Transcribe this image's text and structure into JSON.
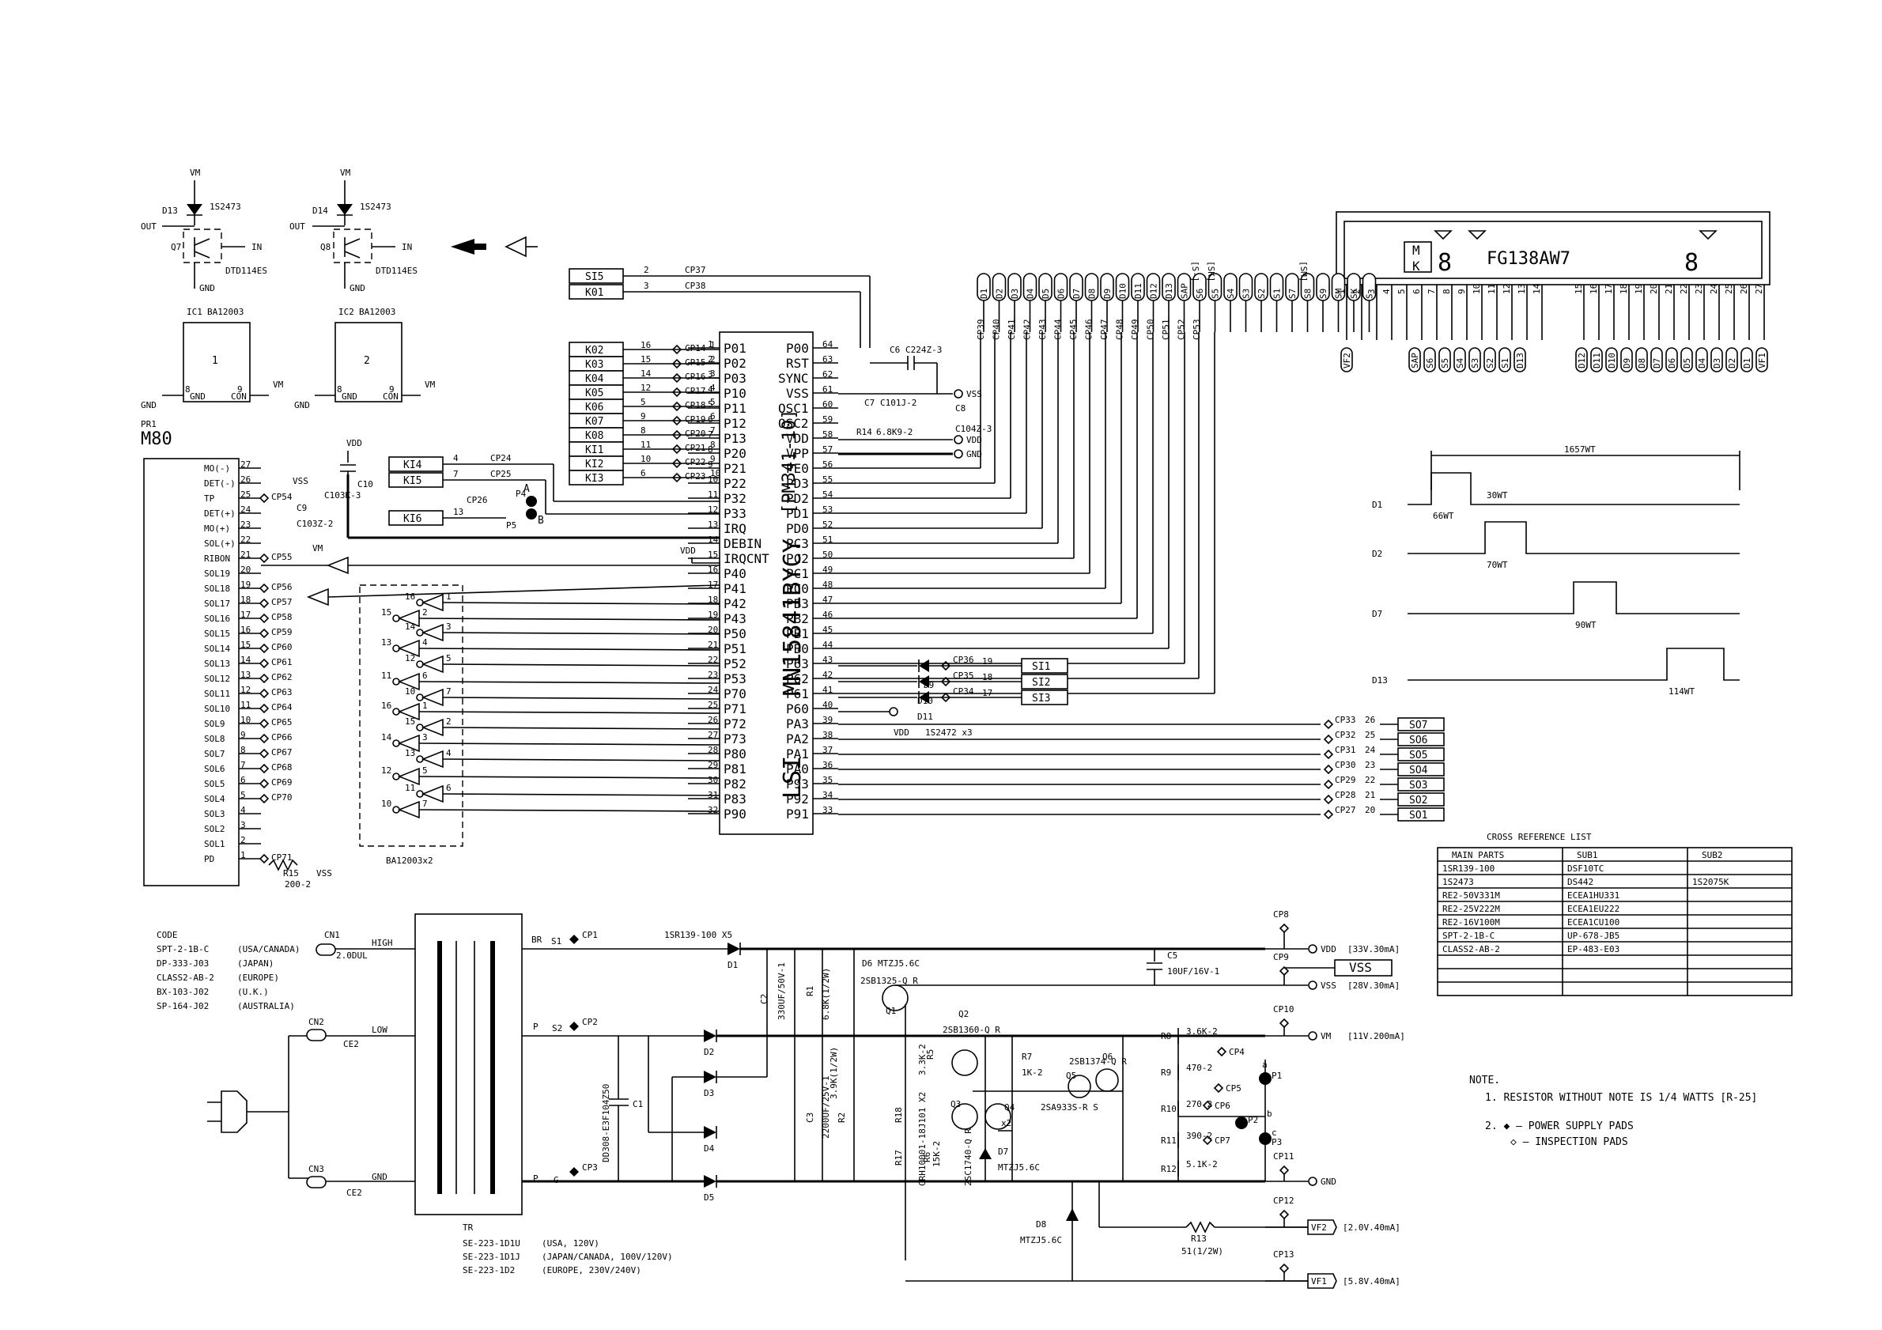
{
  "top": {
    "d13": {
      "ref": "D13",
      "part": "1S2473",
      "vm": "VM",
      "out": "OUT",
      "q": "Q7",
      "in": "IN",
      "gnd": "GND",
      "model": "DTD114ES"
    },
    "d14": {
      "ref": "D14",
      "part": "1S2473",
      "vm": "VM",
      "out": "OUT",
      "q": "Q8",
      "in": "IN",
      "gnd": "GND",
      "model": "DTD114ES"
    },
    "ic1": {
      "ref": "IC1",
      "part": "BA12003",
      "num": "1",
      "gnd": "GND",
      "pin8": "8",
      "pin9": "9",
      "gnd_in": "GND",
      "con": "CON",
      "vm": "VM"
    },
    "ic2": {
      "ref": "IC2",
      "part": "BA12003",
      "num": "2",
      "gnd": "GND",
      "pin8": "8",
      "pin9": "9",
      "gnd_in": "GND",
      "con": "CON",
      "vm": "VM"
    },
    "pr1": "PR1",
    "m80": "M80"
  },
  "connector": {
    "pins": [
      {
        "label": "MO(-)",
        "num": "27"
      },
      {
        "label": "DET(-)",
        "num": "26"
      },
      {
        "label": "TP",
        "num": "25"
      },
      {
        "label": "DET(+)",
        "num": "24"
      },
      {
        "label": "MO(+)",
        "num": "23"
      },
      {
        "label": "SOL(+)",
        "num": "22"
      },
      {
        "label": "RIBON",
        "num": "21"
      },
      {
        "label": "SOL19",
        "num": "20"
      },
      {
        "label": "SOL18",
        "num": "19"
      },
      {
        "label": "SOL17",
        "num": "18"
      },
      {
        "label": "SOL16",
        "num": "17"
      },
      {
        "label": "SOL15",
        "num": "16"
      },
      {
        "label": "SOL14",
        "num": "15"
      },
      {
        "label": "SOL13",
        "num": "14"
      },
      {
        "label": "SOL12",
        "num": "13"
      },
      {
        "label": "SOL11",
        "num": "12"
      },
      {
        "label": "SOL10",
        "num": "11"
      },
      {
        "label": "SOL9",
        "num": "10"
      },
      {
        "label": "SOL8",
        "num": "9"
      },
      {
        "label": "SOL7",
        "num": "8"
      },
      {
        "label": "SOL6",
        "num": "7"
      },
      {
        "label": "SOL5",
        "num": "6"
      },
      {
        "label": "SOL4",
        "num": "5"
      },
      {
        "label": "SOL3",
        "num": "4"
      },
      {
        "label": "SOL2",
        "num": "3"
      },
      {
        "label": "SOL1",
        "num": "2"
      },
      {
        "label": "PD",
        "num": "1"
      }
    ],
    "cps": [
      "CP54",
      "CP55",
      "CP56",
      "CP57",
      "CP58",
      "CP59",
      "CP60",
      "CP61",
      "CP62",
      "CP63",
      "CP64",
      "CP65",
      "CP66",
      "CP67",
      "CP68",
      "CP69",
      "CP70",
      "CP71"
    ],
    "r15": "R15",
    "r15v": "200-2",
    "vss": "VSS",
    "vm": "VM",
    "c10": "C10",
    "c10v": "C103K-3",
    "c9": "C9",
    "c9v": "C103Z-2",
    "vdd": "VDD",
    "ba": "BA12003x2"
  },
  "lsi": {
    "name": "MN15841BYCY",
    "code": "[PM341-10]",
    "type": "LSI",
    "left_pins": [
      {
        "n": "1",
        "p": "P01"
      },
      {
        "n": "2",
        "p": "P02"
      },
      {
        "n": "3",
        "p": "P03"
      },
      {
        "n": "4",
        "p": "P10"
      },
      {
        "n": "5",
        "p": "P11"
      },
      {
        "n": "6",
        "p": "P12"
      },
      {
        "n": "7",
        "p": "P13"
      },
      {
        "n": "8",
        "p": "P20"
      },
      {
        "n": "9",
        "p": "P21"
      },
      {
        "n": "10",
        "p": "P22"
      },
      {
        "n": "11",
        "p": "P32"
      },
      {
        "n": "12",
        "p": "P33"
      },
      {
        "n": "13",
        "p": "IRQ"
      },
      {
        "n": "14",
        "p": "DEBIN"
      },
      {
        "n": "15",
        "p": "IRQCNT"
      },
      {
        "n": "16",
        "p": "P40"
      },
      {
        "n": "17",
        "p": "P41"
      },
      {
        "n": "18",
        "p": "P42"
      },
      {
        "n": "19",
        "p": "P43"
      },
      {
        "n": "20",
        "p": "P50"
      },
      {
        "n": "21",
        "p": "P51"
      },
      {
        "n": "22",
        "p": "P52"
      },
      {
        "n": "23",
        "p": "P53"
      },
      {
        "n": "24",
        "p": "P70"
      },
      {
        "n": "25",
        "p": "P71"
      },
      {
        "n": "26",
        "p": "P72"
      },
      {
        "n": "27",
        "p": "P73"
      },
      {
        "n": "28",
        "p": "P80"
      },
      {
        "n": "29",
        "p": "P81"
      },
      {
        "n": "30",
        "p": "P82"
      },
      {
        "n": "31",
        "p": "P83"
      },
      {
        "n": "32",
        "p": "P90"
      }
    ],
    "right_pins": [
      {
        "n": "64",
        "p": "P00"
      },
      {
        "n": "63",
        "p": "RST"
      },
      {
        "n": "62",
        "p": "SYNC"
      },
      {
        "n": "61",
        "p": "VSS"
      },
      {
        "n": "60",
        "p": "OSC1"
      },
      {
        "n": "59",
        "p": "OSC2"
      },
      {
        "n": "58",
        "p": "VDD"
      },
      {
        "n": "57",
        "p": "VPP"
      },
      {
        "n": "56",
        "p": "PE0"
      },
      {
        "n": "55",
        "p": "PD3"
      },
      {
        "n": "54",
        "p": "PD2"
      },
      {
        "n": "53",
        "p": "PD1"
      },
      {
        "n": "52",
        "p": "PD0"
      },
      {
        "n": "51",
        "p": "PC3"
      },
      {
        "n": "50",
        "p": "PC2"
      },
      {
        "n": "49",
        "p": "PC1"
      },
      {
        "n": "48",
        "p": "PC0"
      },
      {
        "n": "47",
        "p": "PB3"
      },
      {
        "n": "46",
        "p": "PB2"
      },
      {
        "n": "45",
        "p": "PB1"
      },
      {
        "n": "44",
        "p": "PB0"
      },
      {
        "n": "43",
        "p": "P63"
      },
      {
        "n": "42",
        "p": "P62"
      },
      {
        "n": "41",
        "p": "P61"
      },
      {
        "n": "40",
        "p": "P60"
      },
      {
        "n": "39",
        "p": "PA3"
      },
      {
        "n": "38",
        "p": "PA2"
      },
      {
        "n": "37",
        "p": "PA1"
      },
      {
        "n": "36",
        "p": "PA0"
      },
      {
        "n": "35",
        "p": "P93"
      },
      {
        "n": "34",
        "p": "P92"
      },
      {
        "n": "33",
        "p": "P91"
      }
    ],
    "c6": "C6",
    "c6v": "C224Z-3",
    "c7": "C7",
    "c7v": "C101J-2",
    "c8": "C8",
    "c8v": "C104Z-3",
    "r14": "R14",
    "r14v": "6.8K9-2",
    "vss": "VSS",
    "vdd": "VDD",
    "gnd": "GND"
  },
  "keys": {
    "si5": "SI5",
    "k01": "K01",
    "si5_pin": "2",
    "si5_cp": "CP37",
    "k01_pin": "3",
    "k01_cp": "CP38",
    "k_list": [
      {
        "k": "K02",
        "n": "16",
        "cp": "CP14"
      },
      {
        "k": "K03",
        "n": "15",
        "cp": "CP15"
      },
      {
        "k": "K04",
        "n": "14",
        "cp": "CP16"
      },
      {
        "k": "K05",
        "n": "12",
        "cp": "CP17"
      },
      {
        "k": "K06",
        "n": "5",
        "cp": "CP18"
      },
      {
        "k": "K07",
        "n": "9",
        "cp": "CP19"
      },
      {
        "k": "K08",
        "n": "8",
        "cp": "CP20"
      },
      {
        "k": "KI1",
        "n": "11",
        "cp": "CP21"
      },
      {
        "k": "KI2",
        "n": "10",
        "cp": "CP22"
      },
      {
        "k": "KI3",
        "n": "6",
        "cp": "CP23"
      }
    ],
    "ki4": "KI4",
    "ki4_n": "4",
    "ki4_cp": "CP24",
    "ki5": "KI5",
    "ki5_n": "7",
    "ki5_cp": "CP25",
    "ki6": "KI6",
    "ki6_n": "13",
    "ki6_cp": "CP26",
    "p4": "P4",
    "p5": "P5",
    "a": "A",
    "b": "B",
    "vdd": "VDD"
  },
  "switch_inputs": {
    "d9": "D9",
    "d10": "D10",
    "d11": "D11",
    "diode": "1S2472 x3",
    "rows": [
      {
        "cp": "CP36",
        "n": "19",
        "s": "SI1"
      },
      {
        "cp": "CP35",
        "n": "18",
        "s": "SI2"
      },
      {
        "cp": "CP34",
        "n": "17",
        "s": "SI3"
      }
    ],
    "vdd": "VDD"
  },
  "outputs": {
    "rows": [
      {
        "cp": "CP33",
        "n": "26",
        "s": "SO7"
      },
      {
        "cp": "CP32",
        "n": "25",
        "s": "SO6"
      },
      {
        "cp": "CP31",
        "n": "24",
        "s": "SO5"
      },
      {
        "cp": "CP30",
        "n": "23",
        "s": "SO4"
      },
      {
        "cp": "CP29",
        "n": "22",
        "s": "SO3"
      },
      {
        "cp": "CP28",
        "n": "21",
        "s": "SO2"
      },
      {
        "cp": "CP27",
        "n": "20",
        "s": "SO1"
      }
    ]
  },
  "display": {
    "model": "FG138AW7",
    "mk_top": "M",
    "mk_bot": "K",
    "grid_labels": [
      "D1",
      "D2",
      "D3",
      "D4",
      "D5",
      "D6",
      "D7",
      "D8",
      "D9",
      "D10",
      "D11",
      "D12",
      "D13",
      "SAP",
      "S6",
      "S5",
      "S4",
      "S3",
      "S2",
      "S1",
      "S7",
      "S8",
      "S9",
      "SM",
      "SK",
      "S"
    ],
    "cp_top": [
      "CP39",
      "CP40",
      "CP41",
      "CP42",
      "CP43",
      "CP44",
      "CP45",
      "CP46",
      "CP47",
      "CP48",
      "CP49",
      "CP50",
      "CP51",
      "CP52",
      "CP53"
    ],
    "s_marks": [
      "[S-]",
      "[SK]",
      "[SM]"
    ],
    "pin_nums_left": [
      "1",
      "2",
      "3",
      "4",
      "5",
      "6",
      "7",
      "8",
      "9",
      "10",
      "11",
      "12",
      "13",
      "14"
    ],
    "pin_nums_right": [
      "15",
      "16",
      "17",
      "18",
      "19",
      "20",
      "21",
      "22",
      "23",
      "24",
      "25",
      "26",
      "27"
    ],
    "left_caps": [
      "VF2",
      "SAP",
      "S6",
      "S5",
      "S4",
      "S3",
      "S2",
      "S1",
      "D13"
    ],
    "right_caps": [
      "D12",
      "D11",
      "D10",
      "D9",
      "D8",
      "D7",
      "D6",
      "D5",
      "D4",
      "D3",
      "D2",
      "D1",
      "VF1"
    ]
  },
  "timing": {
    "period": "1657WT",
    "rows": [
      {
        "name": "D1",
        "w": "66WT",
        "gap": "30WT"
      },
      {
        "name": "D2",
        "w": "70WT"
      },
      {
        "name": "D7",
        "w": "90WT"
      },
      {
        "name": "D13",
        "w": "114WT"
      }
    ]
  },
  "crossref": {
    "title": "CROSS   REFERENCE   LIST",
    "headers": [
      "MAIN  PARTS",
      "SUB1",
      "SUB2"
    ],
    "rows": [
      [
        "1SR139-100",
        "DSF10TC",
        ""
      ],
      [
        "1S2473",
        "DS442",
        "1S2075K"
      ],
      [
        "RE2-50V331M",
        "ECEA1HU331",
        ""
      ],
      [
        "RE2-25V222M",
        "ECEA1EU222",
        ""
      ],
      [
        "RE2-16V100M",
        "ECEA1CU100",
        ""
      ],
      [
        "SPT-2-1B-C",
        "UP-678-JB5",
        ""
      ],
      [
        "CLASS2-AB-2",
        "EP-483-E03",
        ""
      ],
      [
        "",
        "",
        ""
      ],
      [
        "",
        "",
        ""
      ],
      [
        "",
        "",
        ""
      ]
    ]
  },
  "notes": {
    "title": "NOTE.",
    "n1": "1. RESISTOR      WITHOUT   NOTE  IS 1/4  WATTS  [R-25]",
    "n2a": "2.  ◆  —   POWER   SUPPLY   PADS",
    "n2b": "◇  —   INSPECTION    PADS"
  },
  "power": {
    "code_title": "CODE",
    "codes": [
      {
        "c": "SPT-2-1B-C",
        "r": "(USA/CANADA)"
      },
      {
        "c": "DP-333-J03",
        "r": "(JAPAN)"
      },
      {
        "c": "CLASS2-AB-2",
        "r": "(EUROPE)"
      },
      {
        "c": "BX-103-J02",
        "r": "(U.K.)"
      },
      {
        "c": "SP-164-J02",
        "r": "(AUSTRALIA)"
      }
    ],
    "cn1": "CN1",
    "cn1_sub": "2.0DUL",
    "high": "HIGH",
    "cn2": "CN2",
    "ce2a": "CE2",
    "low": "LOW",
    "cn3": "CN3",
    "ce2b": "CE2",
    "gnd_label": "GND",
    "tr": "TR",
    "tr_codes": [
      {
        "c": "SE-223-1D1U",
        "r": "(USA, 120V)"
      },
      {
        "c": "SE-223-1D1J",
        "r": "(JAPAN/CANADA, 100V/120V)"
      },
      {
        "c": "SE-223-1D2",
        "r": "(EUROPE, 230V/240V)"
      }
    ],
    "br": "BR",
    "s1": "S1",
    "p": "P",
    "s2": "S2",
    "pg": "P",
    "g": "G",
    "cp1": "CP1",
    "cp2": "CP2",
    "cp3": "CP3",
    "d1": "D1",
    "d1v": "1SR139-100 X5",
    "d2": "D2",
    "d3": "D3",
    "d4": "D4",
    "d5": "D5",
    "c1": "C1",
    "c1v": "DD308-E3F104Z50",
    "c2": "C2",
    "c2v": "330UF/50V-1",
    "c3": "C3",
    "c3v": "2200UF/25V-1",
    "r1": "R1",
    "r1v": "6.8K(1/2W)",
    "r2": "R2",
    "r2v": "3.9K(1/2W)",
    "d6": "D6",
    "d6v": "MTZJ5.6C",
    "q1": "Q1",
    "q1v": "2SB1325-Q R",
    "q2": "Q2",
    "q2v": "2SB1360-Q R",
    "q3": "Q3",
    "q4": "Q4",
    "q3v": "2SA933S-R S",
    "q5": "Q5",
    "q6": "Q6",
    "q6v": "2SB1374-Q R",
    "x2": "x2",
    "r5": "R5",
    "r5v": "3.3K-2",
    "r6": "R6",
    "r6v": "15K-2",
    "r7": "R7",
    "r7v": "1K-2",
    "r17": "R17",
    "r17v": "CRH10001-18J101 X2",
    "r18": "R18",
    "r18v": "2SC1740-Q R",
    "d7": "D7",
    "d7v": "MTZJ5.6C",
    "r8": "R8",
    "r8v": "3.6K-2",
    "r9": "R9",
    "r9v": "470-2",
    "r10": "R10",
    "r10v": "270-2",
    "r11": "R11",
    "r11v": "390-2",
    "r12": "R12",
    "r12v": "5.1K-2",
    "cp4": "CP4",
    "cp5": "CP5",
    "cp6": "CP6",
    "cp7": "CP7",
    "p1": "P1",
    "p2": "P2",
    "p3": "P3",
    "a": "a",
    "b": "b",
    "c": "c",
    "cp8": "CP8",
    "vdd": "VDD",
    "vdd_note": "[33V.30mA]",
    "c5": "C5",
    "c5v": "10UF/16V-1",
    "cp9": "CP9",
    "vss": "VSS",
    "vss2": "VSS",
    "vss_note": "[28V.30mA]",
    "cp10": "CP10",
    "vm": "VM",
    "vm_note": "[11V.200mA]",
    "cp11": "CP11",
    "gnd": "GND",
    "cp12": "CP12",
    "vf2": "VF2",
    "vf2_note": "[2.0V.40mA]",
    "cp13": "CP13",
    "vf1": "VF1",
    "vf1_note": "[5.8V.40mA]",
    "d8": "D8",
    "d8v": "MTZJ5.6C",
    "r13": "R13",
    "r13v": "51(1/2W)"
  }
}
